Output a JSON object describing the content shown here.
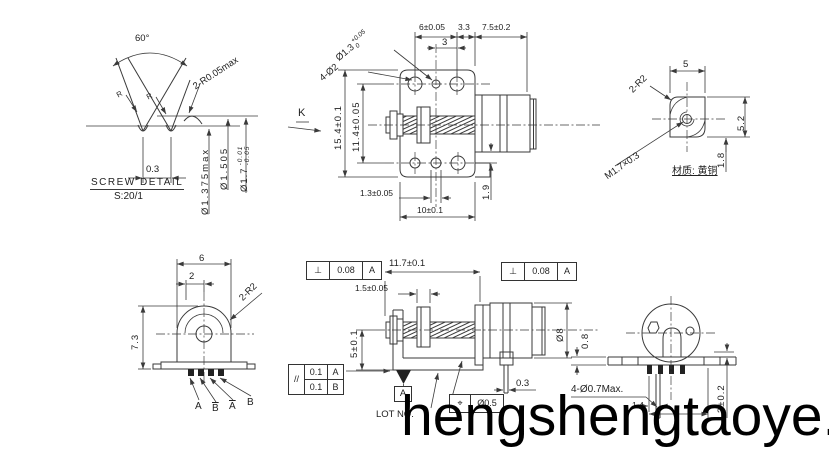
{
  "watermark": "hengshengtaoye.c",
  "screw_detail": {
    "angle": "60°",
    "crest_note": "2-R0.05max",
    "pitch": "0.3",
    "title": "SCREW DETAIL",
    "scale": "S:20/1",
    "minor_dia": "Ø1.375max",
    "pitch_dia": "Ø1.505",
    "major_dia": "Ø1.7",
    "major_tol_upper": "-0.01",
    "major_tol_lower": "-0.05",
    "root_radius_mark": "R"
  },
  "front_view": {
    "hole_dia": "Ø1.3",
    "hole_dia_tol_upper": "+0.05",
    "hole_dia_tol_lower": "0",
    "holes_note": "4-Ø2",
    "dim_hole_pitch": "3",
    "dim_width": "6±0.05",
    "dim_step": "3.3",
    "dim_motor": "7.5±0.2",
    "view_label": "K",
    "dim_height": "15.4±0.1",
    "dim_hole_rows": "11.4±0.05",
    "dim_slot": "1.3±0.05",
    "dim_base": "10±0.1",
    "dim_gap": "1.9"
  },
  "nut_view": {
    "dim_width": "5",
    "corner_note": "2-R2",
    "thread_note": "M1.7×0.3",
    "dim_height": "5.2",
    "dim_offset": "1.8",
    "material_note": "材质: 黄铜"
  },
  "side_bottom_view": {
    "dim_width": "6",
    "dim_offset": "2",
    "corner_note": "2-R2",
    "dim_height": "7.3",
    "pin_labels": [
      {
        "text": "A",
        "overline": false
      },
      {
        "text": "B",
        "overline": true
      },
      {
        "text": "A",
        "overline": true
      },
      {
        "text": "B",
        "overline": false
      }
    ]
  },
  "side_view": {
    "perp_frame": {
      "symbol": "⊥",
      "tolerance": "0.08",
      "datum": "A"
    },
    "dim_length": "11.7±0.1",
    "dim_nut": "1.5±0.05",
    "dim_axis": "5±0.1",
    "parallel_frame": {
      "symbol": "//",
      "rows": [
        {
          "tolerance": "0.1",
          "datum": "A"
        },
        {
          "tolerance": "0.1",
          "datum": "B"
        }
      ]
    },
    "datum_label": "A",
    "lot_label": "LOT NO.",
    "dim_pin": "0.3",
    "pins_note": "4-Ø0.7Max.",
    "dim_dia": "Ø8",
    "position_frame": {
      "symbol": "⌖",
      "tolerance": "Ø0.5"
    }
  },
  "rear_view": {
    "dim_plate": "0.8",
    "dim_pin_pitch": "1.4",
    "dim_pin_len": "3±0.2"
  }
}
